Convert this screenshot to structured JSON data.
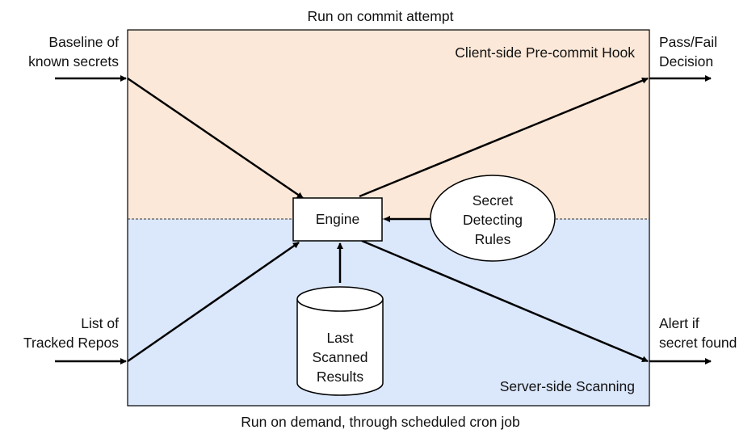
{
  "top_caption": "Run on commit attempt",
  "bottom_caption": "Run on demand, through scheduled cron job",
  "regions": {
    "client": {
      "label": "Client-side Pre-commit Hook",
      "fill": "#fce8d8"
    },
    "server": {
      "label": "Server-side Scanning",
      "fill": "#dbe7fb"
    }
  },
  "inputs": {
    "baseline": {
      "line1": "Baseline of",
      "line2": "known secrets"
    },
    "repos": {
      "line1": "List of",
      "line2": "Tracked Repos"
    }
  },
  "outputs": {
    "decision": {
      "line1": "Pass/Fail",
      "line2": "Decision"
    },
    "alert": {
      "line1": "Alert if",
      "line2": "secret found"
    }
  },
  "engine": {
    "label": "Engine"
  },
  "rules": {
    "line1": "Secret",
    "line2": "Detecting",
    "line3": "Rules"
  },
  "results": {
    "line1": "Last",
    "line2": "Scanned",
    "line3": "Results"
  },
  "colors": {
    "stroke": "#000000",
    "divider": "#333333"
  }
}
